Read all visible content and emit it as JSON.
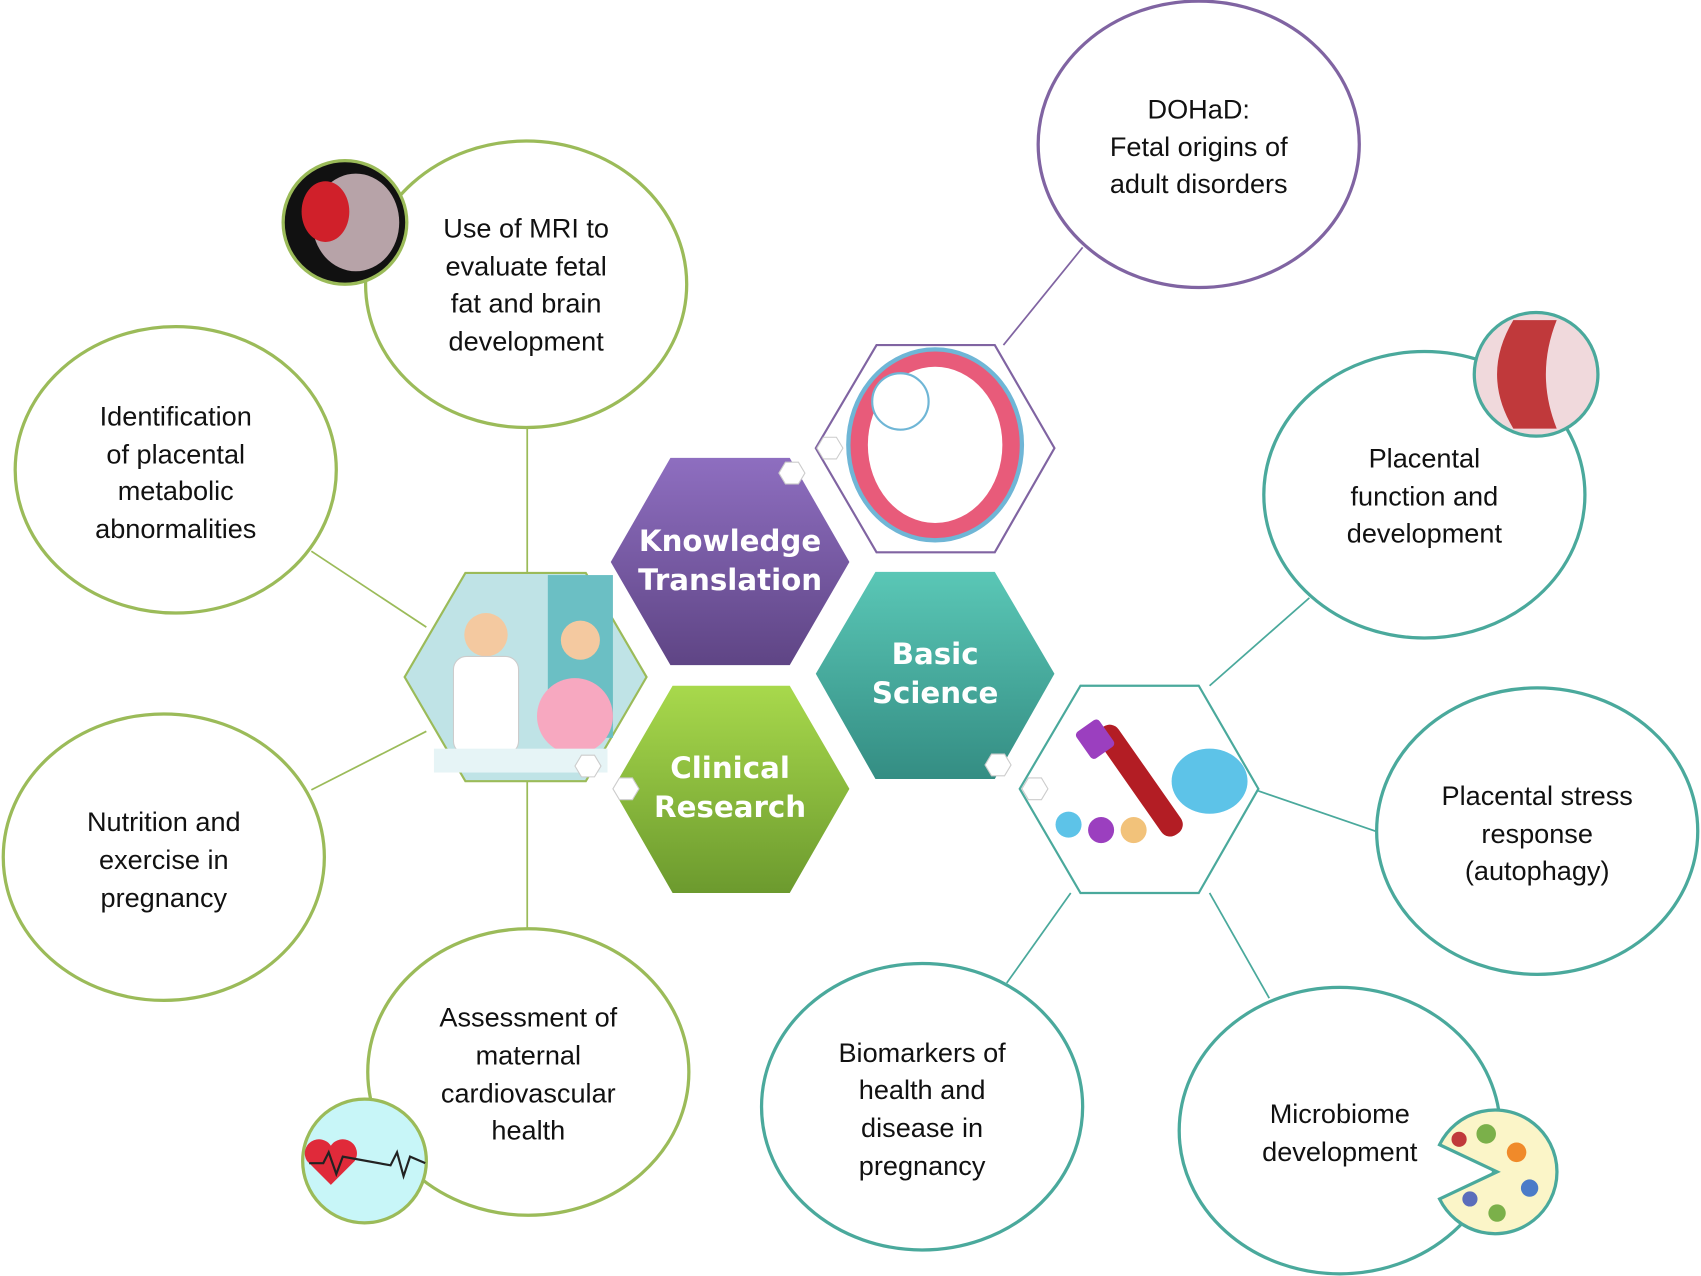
{
  "hubs": {
    "knowledge": [
      "Knowledge",
      "Translation"
    ],
    "basic": [
      "Basic",
      "Science"
    ],
    "clinical": [
      "Clinical",
      "Research"
    ]
  },
  "topics": {
    "mri": [
      "Use of MRI to",
      "evaluate fetal",
      "fat and brain",
      "development"
    ],
    "identification": [
      "Identification",
      "of placental",
      "metabolic",
      "abnormalities"
    ],
    "nutrition": [
      "Nutrition and",
      "exercise in",
      "pregnancy"
    ],
    "assessment": [
      "Assessment of",
      "maternal",
      "cardiovascular",
      "health"
    ],
    "dohad": [
      "DOHaD:",
      "Fetal origins of",
      "adult disorders"
    ],
    "placental_function": [
      "Placental",
      "function and",
      "development"
    ],
    "placental_stress": [
      "Placental stress",
      "response",
      "(autophagy)"
    ],
    "biomarkers": [
      "Biomarkers of",
      "health and",
      "disease in",
      "pregnancy"
    ],
    "microbiome": [
      "Microbiome",
      "development"
    ]
  },
  "colors": {
    "clinical": "#9bbb59",
    "knowledge": "#8064a2",
    "basic": "#4aa99c"
  }
}
